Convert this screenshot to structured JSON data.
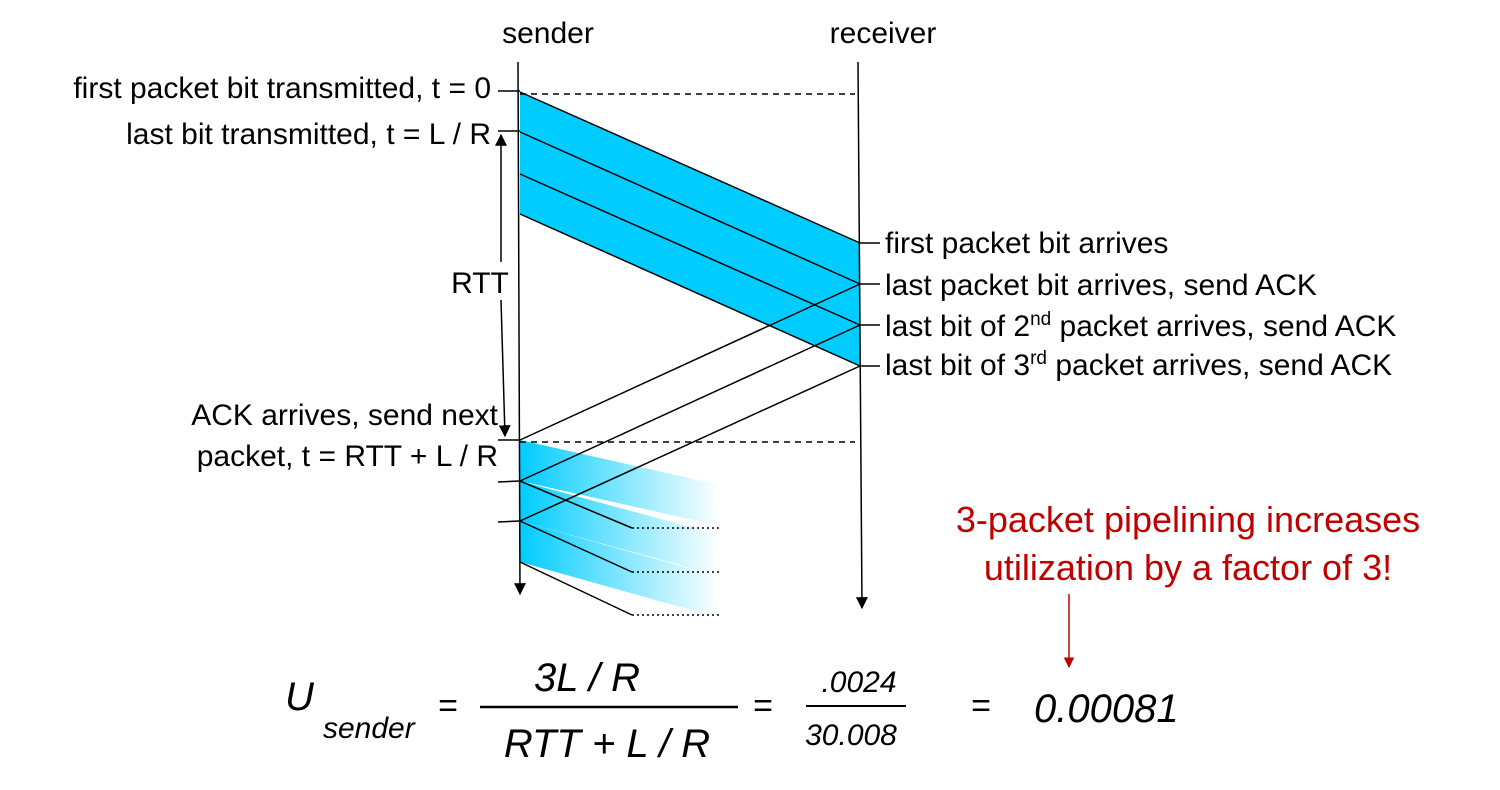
{
  "header": {
    "sender": "sender",
    "receiver": "receiver"
  },
  "sender_events": {
    "first_bit": "first packet bit transmitted, t = 0",
    "last_bit": "last bit transmitted, t = L / R",
    "rtt": "RTT",
    "ack_arrives_line1": "ACK arrives, send next",
    "ack_arrives_line2": "packet, t = RTT + L / R"
  },
  "receiver_events": {
    "first_arrives": "first packet bit arrives",
    "last_arrives": "last packet bit arrives, send ACK",
    "second_pre": "last bit of 2",
    "second_sup": "nd",
    "second_post": " packet arrives, send ACK",
    "third_pre": "last bit of 3",
    "third_sup": "rd",
    "third_post": " packet arrives, send ACK"
  },
  "callout": {
    "line1": "3-packet pipelining increases",
    "line2": "utilization by a factor of 3!"
  },
  "formula": {
    "lhs": "U",
    "lhs_sub": "sender",
    "eq1": "=",
    "num1": "3L / R",
    "den1": "RTT + L / R",
    "eq2": "=",
    "num2": ".0024",
    "den2": "30.008",
    "eq3": "=",
    "result": "0.00081"
  },
  "colors": {
    "packet_fill": "#00ccff",
    "callout": "#c00000"
  }
}
